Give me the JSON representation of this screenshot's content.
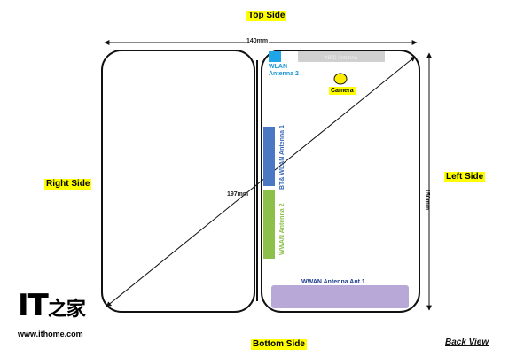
{
  "labels": {
    "top_side": "Top Side",
    "bottom_side": "Bottom Side",
    "left_side": "Left Side",
    "right_side": "Right Side",
    "width_dim": "140mm",
    "height_dim": "150mm",
    "diagonal_dim": "197mm",
    "back_view": "Back View"
  },
  "components": {
    "wlan_antenna_2": "WLAN\nAntenna 2",
    "nfc_antenna": "NFC Antenna",
    "camera": "Camera",
    "bt_wlan_antenna_1": "BT& WLAN Antenna 1",
    "wwan_antenna_2": "WWAN Antenna 2",
    "wwan_antenna_ant1": "WWAN Antenna Ant.1"
  },
  "watermark": {
    "logo_text": "IT",
    "logo_glyph": "之家",
    "url": "www.ithome.com"
  },
  "colors": {
    "wlan": "#1ea6e8",
    "nfc": "#d0d0d0",
    "camera": "#ffee00",
    "bt_wlan": "#4a78c2",
    "wwan2": "#8cc04a",
    "wwan1": "#b8a8d8",
    "highlight": "#ffff00"
  }
}
